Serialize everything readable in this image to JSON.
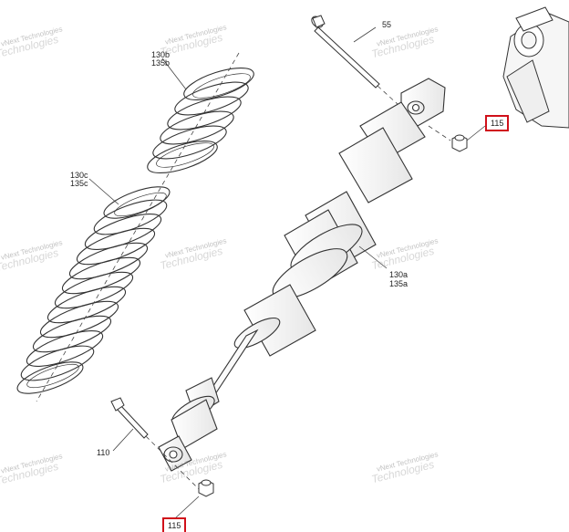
{
  "callouts": {
    "bolt_top": "55",
    "nut_top": "115",
    "spring_upper_a": "130b",
    "spring_upper_b": "135b",
    "spring_lower_a": "130c",
    "spring_lower_b": "135c",
    "shock_body_a": "130a",
    "shock_body_b": "135a",
    "bolt_bottom": "110",
    "nut_bottom": "115"
  },
  "highlight_color": "#d0101a",
  "watermark": {
    "line1": "vNext Technologies",
    "line2": "Technologies"
  }
}
